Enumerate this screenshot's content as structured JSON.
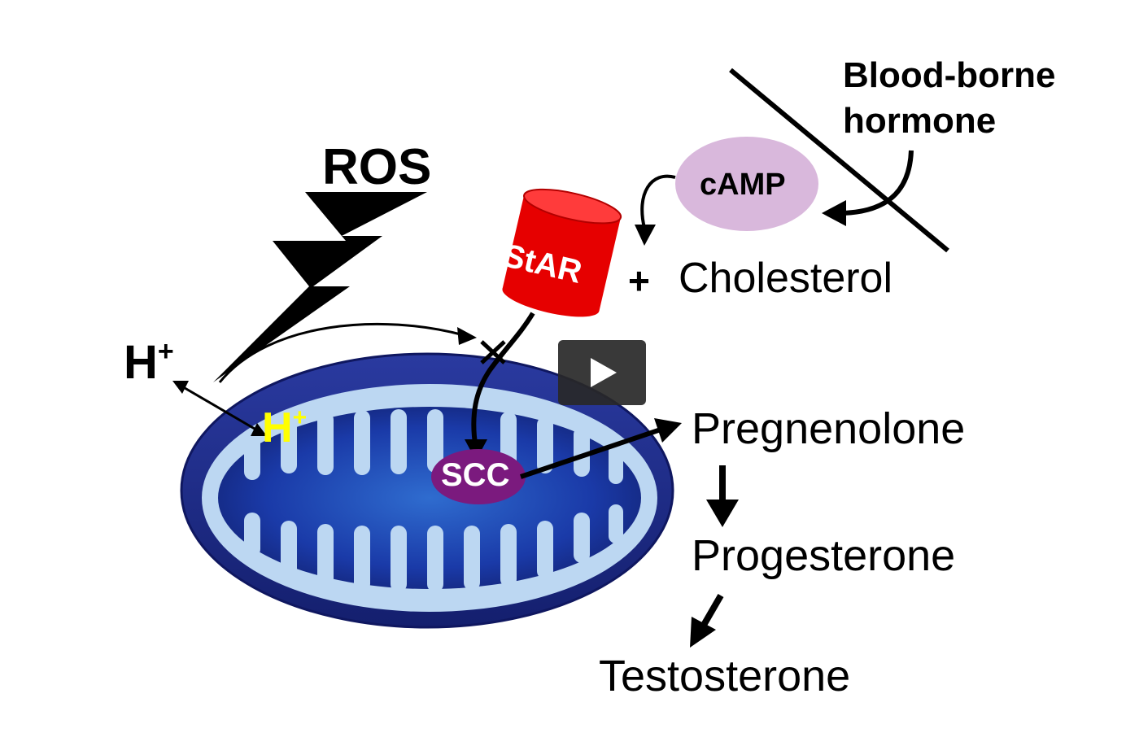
{
  "diagram": {
    "hormone_label_line1": "Blood-borne",
    "hormone_label_line2": "hormone",
    "camp_label": "cAMP",
    "ros_label": "ROS",
    "star_label": "StAR",
    "plus_sign": "+",
    "cholesterol_label": "Cholesterol",
    "h_ion_label": "H",
    "h_ion_superscript": "+",
    "inner_h_label": "H",
    "inner_h_superscript": "+",
    "scc_label": "SCC",
    "pregnenolone_label": "Pregnenolone",
    "progesterone_label": "Progesterone",
    "testosterone_label": "Testosterone"
  },
  "colors": {
    "mito_outer": "#1c2a8c",
    "mito_intermembrane": "#b8d4f0",
    "mito_matrix": "#1a3aa8",
    "star_red": "#e60000",
    "scc_purple": "#7b1a7e",
    "camp_lilac": "#d9b8dc",
    "inner_h_yellow": "#ffff00"
  },
  "player": {
    "play_icon": "play-icon"
  }
}
